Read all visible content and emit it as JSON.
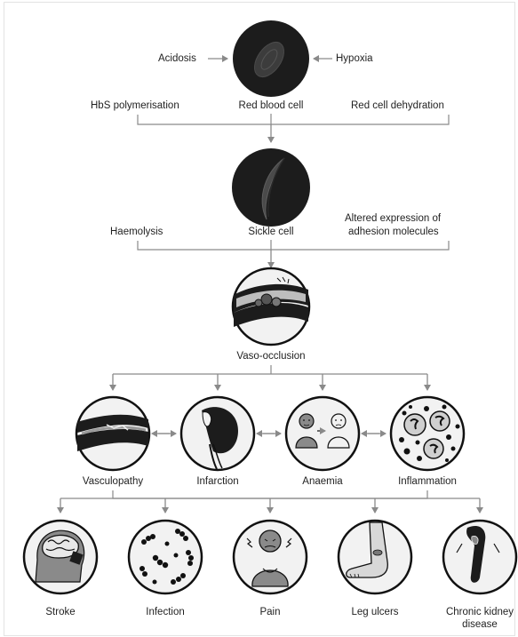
{
  "stage1": {
    "left_input": "Acidosis",
    "right_input": "Hypoxia",
    "cell_label": "Red blood cell",
    "left_factor": "HbS polymerisation",
    "right_factor": "Red cell dehydration"
  },
  "stage2": {
    "cell_label": "Sickle cell",
    "left_factor": "Haemolysis",
    "right_factor_line1": "Altered expression of",
    "right_factor_line2": "adhesion molecules"
  },
  "stage3": {
    "label": "Vaso-occlusion"
  },
  "mechanisms": [
    {
      "label": "Vasculopathy",
      "icon": "vessel-icon"
    },
    {
      "label": "Infarction",
      "icon": "infarct-tissue-icon"
    },
    {
      "label": "Anaemia",
      "icon": "anaemia-people-icon"
    },
    {
      "label": "Inflammation",
      "icon": "inflammatory-cells-icon"
    }
  ],
  "outcomes": [
    {
      "label": "Stroke",
      "icon": "brain-head-icon"
    },
    {
      "label": "Infection",
      "icon": "bacteria-icon"
    },
    {
      "label": "Pain",
      "icon": "person-in-pain-icon"
    },
    {
      "label": "Leg ulcers",
      "icon": "leg-ulcer-icon"
    },
    {
      "label_line1": "Chronic kidney",
      "label_line2": "disease",
      "icon": "kidney-icon"
    }
  ],
  "colors": {
    "line": "#8a8a8a",
    "dark_fill": "#1c1c1c",
    "circle_bg": "#f2f2f2",
    "stroke": "#111111"
  }
}
